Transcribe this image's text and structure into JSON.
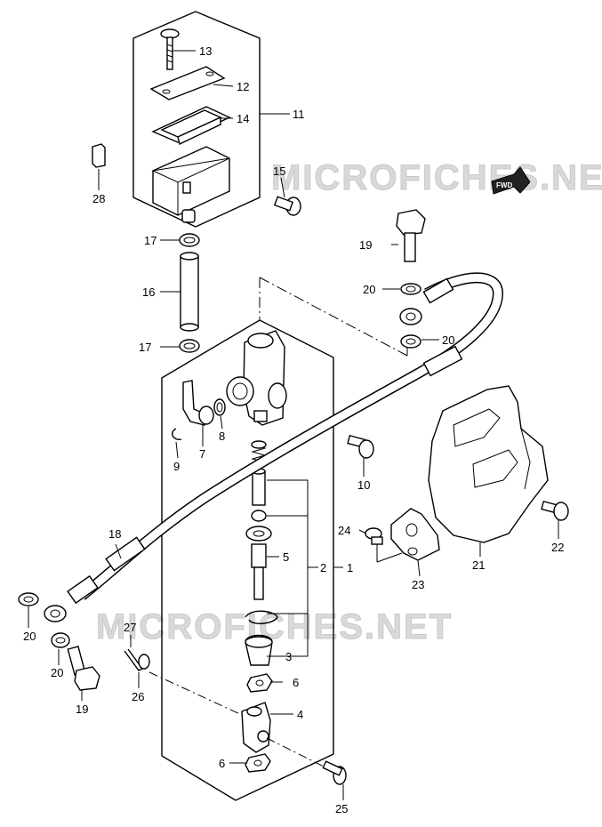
{
  "watermark": "MICROFICHES.NET",
  "fwd_label": "FWD",
  "callouts": {
    "c1": "1",
    "c2": "2",
    "c3": "3",
    "c4": "4",
    "c5": "5",
    "c6a": "6",
    "c6b": "6",
    "c7": "7",
    "c8": "8",
    "c9": "9",
    "c10": "10",
    "c11": "11",
    "c12": "12",
    "c13": "13",
    "c14": "14",
    "c15": "15",
    "c16": "16",
    "c17a": "17",
    "c17b": "17",
    "c18": "18",
    "c19a": "19",
    "c19b": "19",
    "c20a": "20",
    "c20b": "20",
    "c20c": "20",
    "c20d": "20",
    "c21": "21",
    "c22": "22",
    "c23": "23",
    "c24": "24",
    "c25": "25",
    "c26": "26",
    "c27": "27",
    "c28": "28"
  }
}
